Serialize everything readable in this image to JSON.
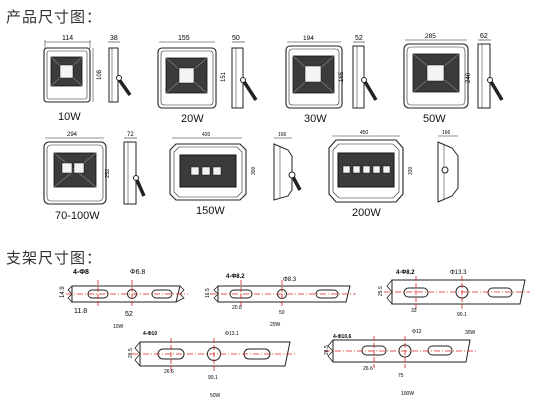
{
  "headings": {
    "product_dims": "产品尺寸图：",
    "bracket_dims": "支架尺寸图："
  },
  "products": [
    {
      "label": "10W",
      "width": "114",
      "depth": "38",
      "height": "108"
    },
    {
      "label": "20W",
      "width": "155",
      "depth": "50",
      "height": "151"
    },
    {
      "label": "30W",
      "width": "194",
      "depth": "52",
      "height": "165"
    },
    {
      "label": "50W",
      "width": "285",
      "depth": "62",
      "height": "240"
    },
    {
      "label": "70-100W",
      "width": "294",
      "depth": "72",
      "height": "252"
    },
    {
      "label": "150W",
      "width": "420",
      "depth": "166",
      "height": "300"
    },
    {
      "label": "200W",
      "width": "450",
      "depth": "166",
      "height": "330"
    }
  ],
  "brackets": [
    {
      "label": "10W",
      "holes": "4-Φ8",
      "hole_dia": "Φ6.8",
      "thickness": "14.9",
      "a": "11.8",
      "b": "52"
    },
    {
      "label": "20W",
      "holes": "4-Φ8.2",
      "hole_dia": "Φ8.3",
      "thickness": "16.5",
      "a": "20.8",
      "b": "50"
    },
    {
      "label": "30W",
      "holes": "4-Φ8.2",
      "hole_dia": "Φ13.3",
      "thickness": "25.5",
      "a": "33",
      "b": "90.1"
    },
    {
      "label": "50W",
      "holes": "4-Φ10",
      "hole_dia": "Φ13.1",
      "thickness": "26.5",
      "a": "26.6",
      "b": "90.1"
    },
    {
      "label": "100W",
      "holes": "4-Φ10.6",
      "hole_dia": "Φ12",
      "thickness": "26.5",
      "a": "26.6",
      "b": "75"
    }
  ]
}
